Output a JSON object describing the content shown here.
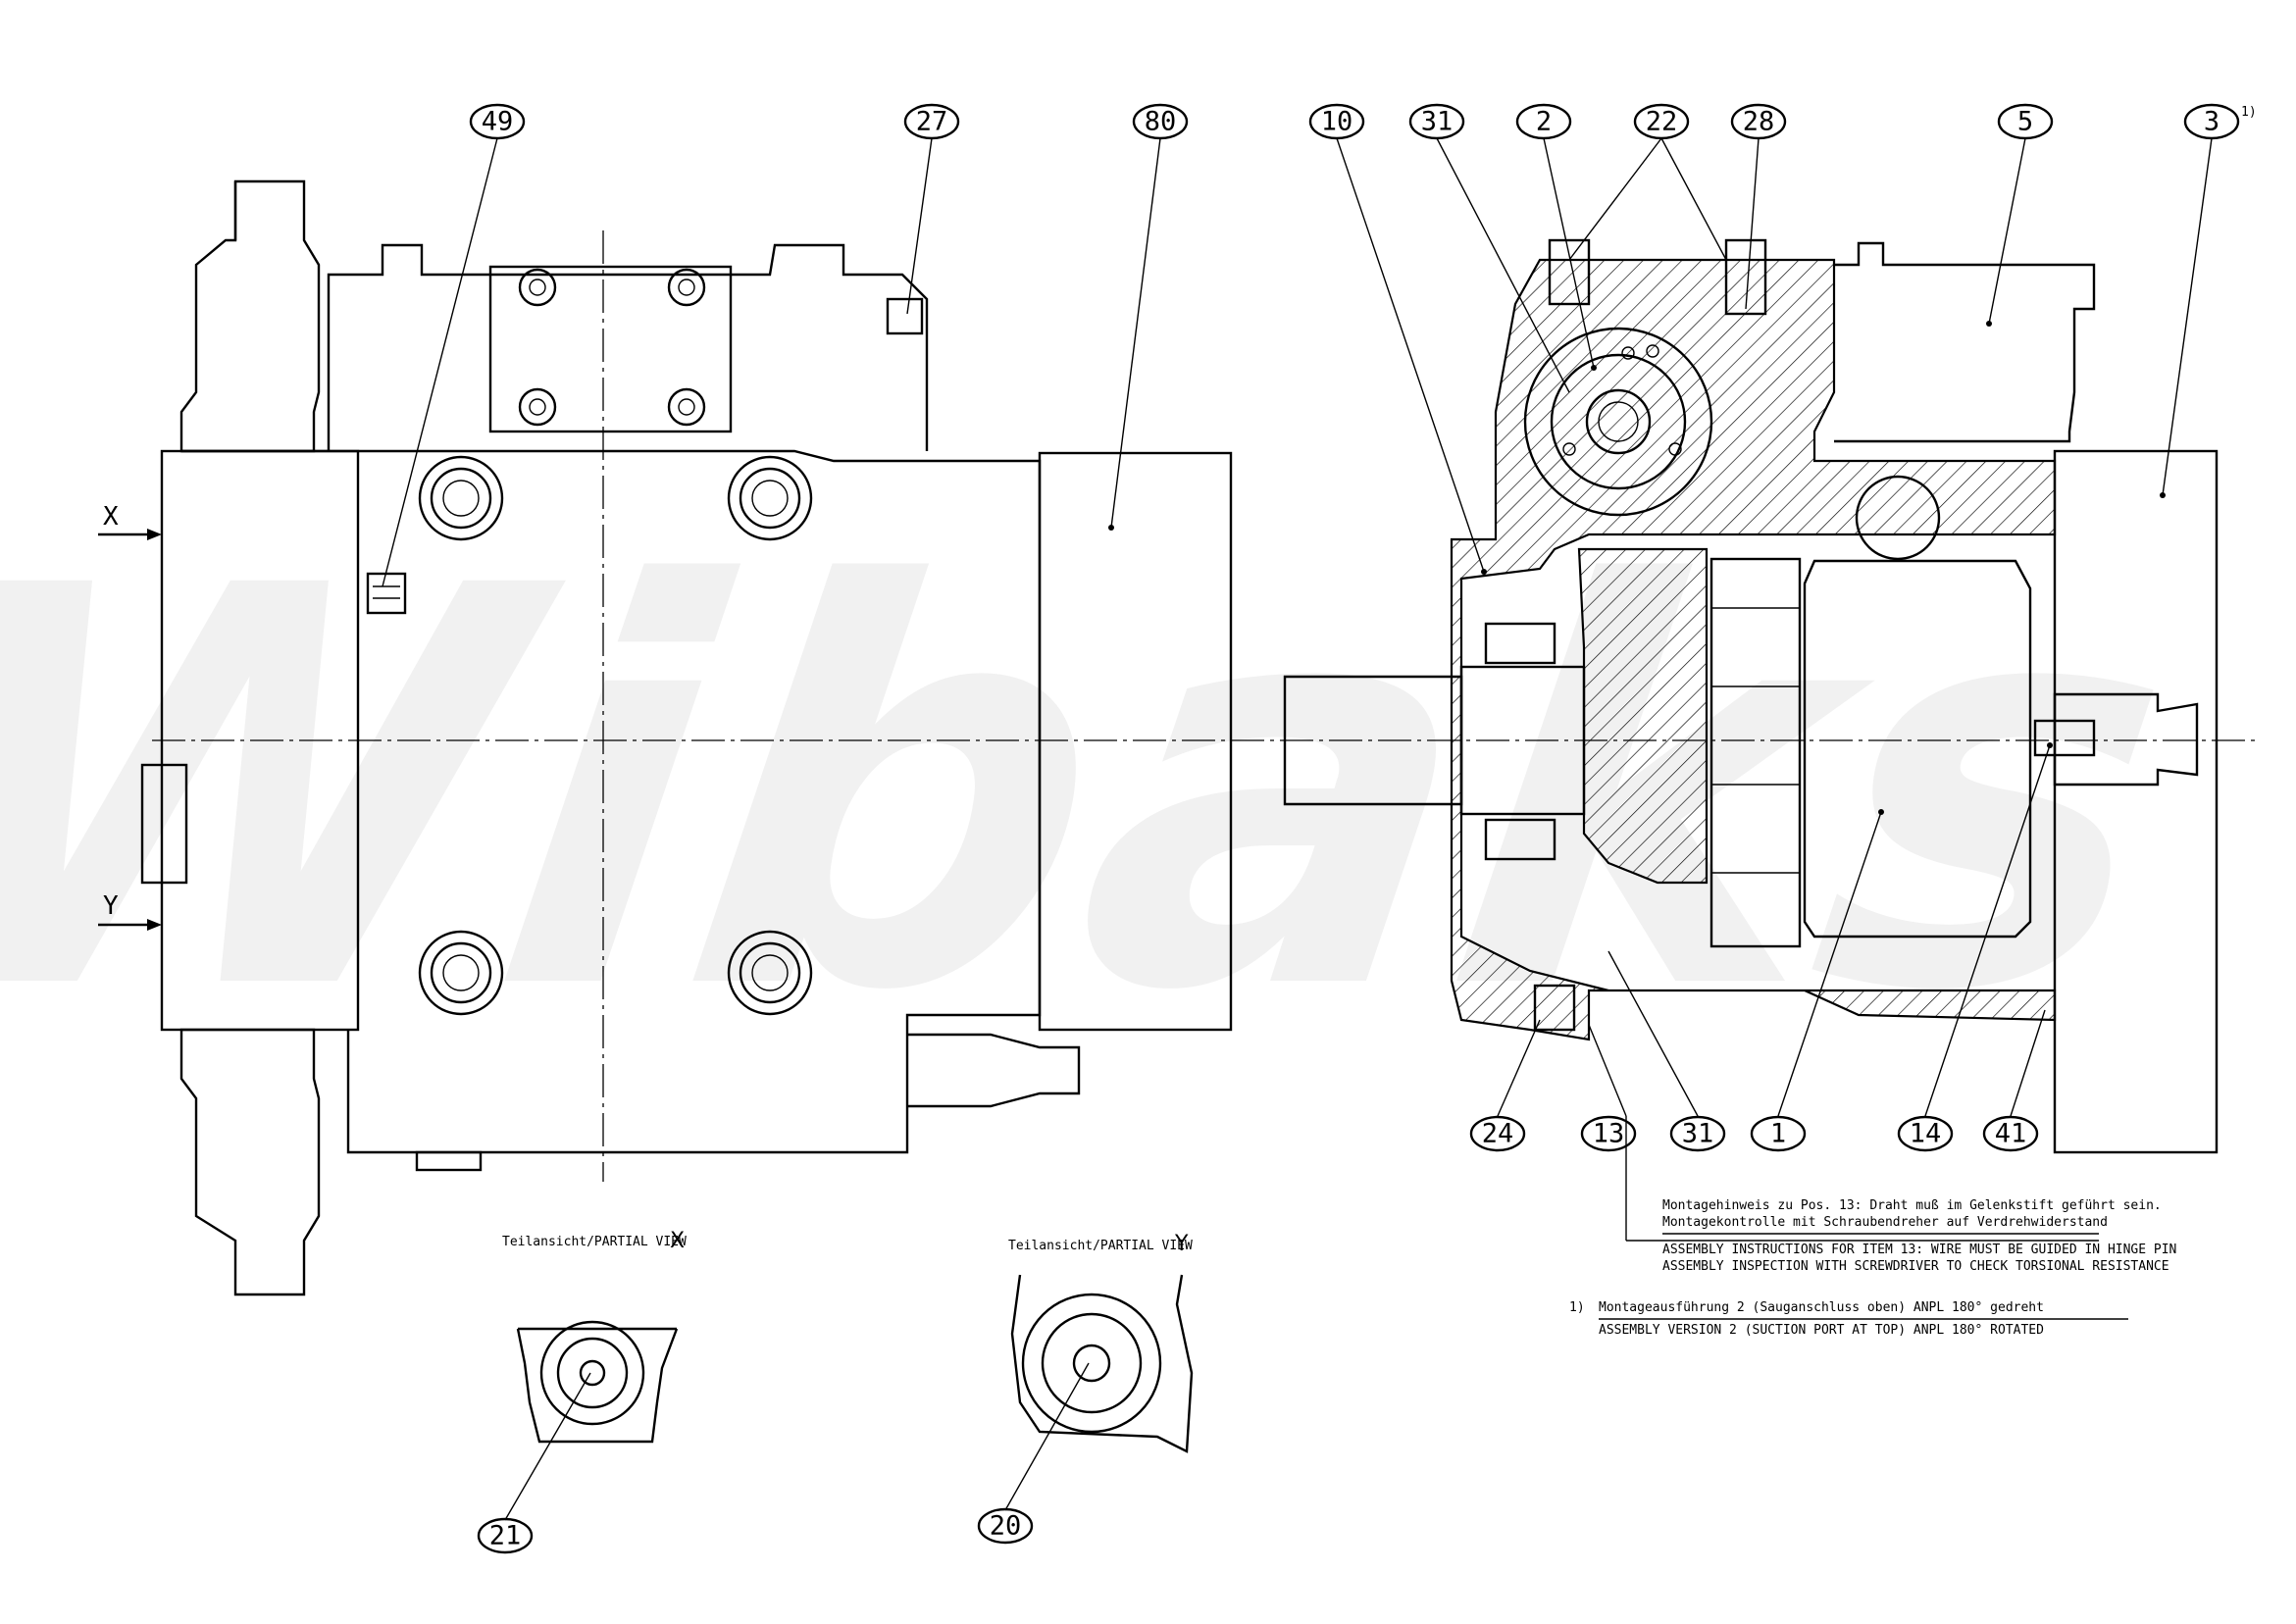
{
  "watermark": "Wibaks",
  "balloons": {
    "b49": "49",
    "b27": "27",
    "b80": "80",
    "b10": "10",
    "b31a": "31",
    "b2": "2",
    "b22": "22",
    "b28": "28",
    "b5": "5",
    "b3": "3",
    "b24": "24",
    "b13": "13",
    "b31b": "31",
    "b1": "1",
    "b14": "14",
    "b41": "41",
    "b21": "21",
    "b20": "20"
  },
  "footnote_marker": "1)",
  "view_labels": {
    "x": "X",
    "y": "Y"
  },
  "partial_views": {
    "x": {
      "caption": "Teilansicht/PARTIAL VIEW",
      "letter": "X"
    },
    "y": {
      "caption": "Teilansicht/PARTIAL VIEW",
      "letter": "Y"
    }
  },
  "notes": {
    "assembly_de_1": "Montagehinweis zu Pos. 13: Draht muß im Gelenkstift geführt sein.",
    "assembly_de_2": "Montagekontrolle mit Schraubendreher auf Verdrehwiderstand",
    "assembly_en_1": "ASSEMBLY INSTRUCTIONS FOR ITEM 13: WIRE MUST BE GUIDED IN HINGE PIN",
    "assembly_en_2": "ASSEMBLY INSPECTION WITH SCREWDRIVER TO CHECK TORSIONAL RESISTANCE",
    "footnote_mark": "1)",
    "version_de": "Montageausführung 2 (Sauganschluss oben) ANPL 180° gedreht",
    "version_en": "ASSEMBLY VERSION 2 (SUCTION PORT AT TOP) ANPL 180° ROTATED"
  }
}
